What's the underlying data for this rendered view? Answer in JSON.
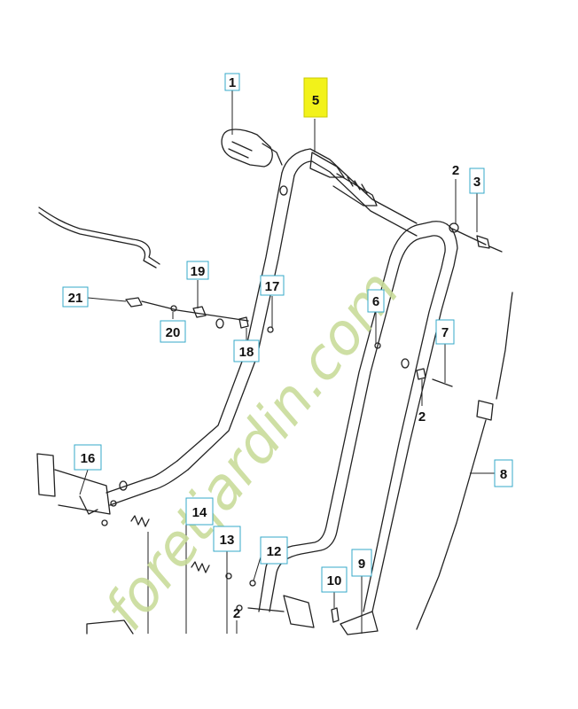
{
  "diagram": {
    "labels": {
      "p1": "1",
      "p2a": "2",
      "p2b": "2",
      "p2c": "2",
      "p3": "3",
      "p5": "5",
      "p6": "6",
      "p7": "7",
      "p8": "8",
      "p9": "9",
      "p10": "10",
      "p12": "12",
      "p13": "13",
      "p14": "14",
      "p16": "16",
      "p17": "17",
      "p18": "18",
      "p19": "19",
      "p20": "20",
      "p21": "21"
    },
    "highlight_color": "#f2f21a",
    "label_border_color": "#35a9c9"
  },
  "watermark": {
    "text": "foretjardin.com",
    "color_green": "#c9dc9a",
    "color_orange": "#f3c9a0"
  }
}
